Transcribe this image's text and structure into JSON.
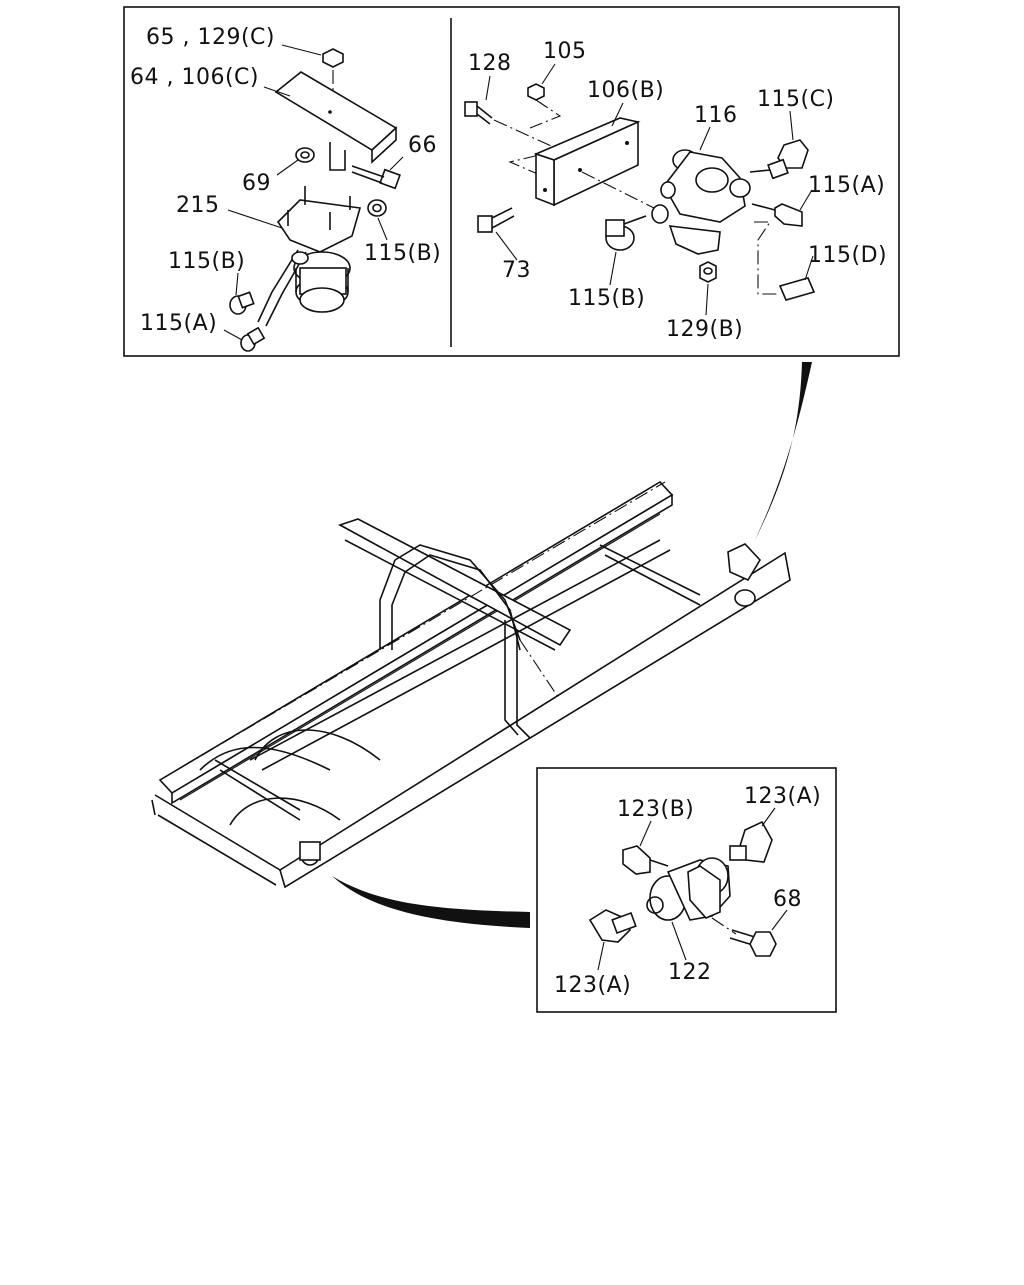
{
  "panels": {
    "top_left": {
      "labels": [
        "65 , 129(C)",
        "64 , 106(C)",
        "66",
        "69",
        "215",
        "115(B)",
        "115(B)",
        "115(A)"
      ]
    },
    "top_right": {
      "labels": [
        "128",
        "105",
        "106(B)",
        "116",
        "115(C)",
        "115(A)",
        "73",
        "115(D)",
        "115(B)",
        "129(B)"
      ]
    },
    "bottom_right": {
      "labels": [
        "123(B)",
        "123(A)",
        "68",
        "122",
        "123(A)"
      ]
    }
  }
}
